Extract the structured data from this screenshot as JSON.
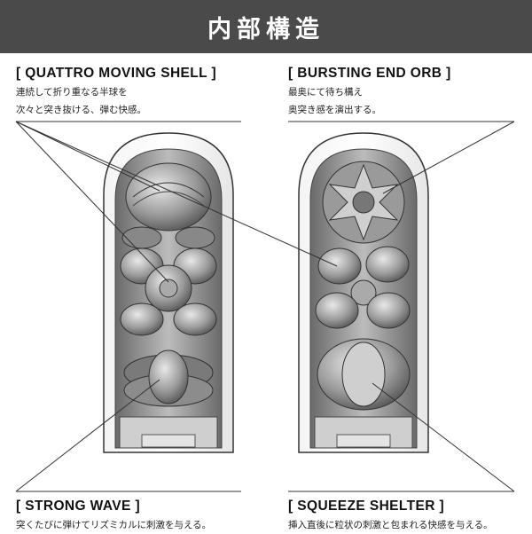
{
  "header": {
    "title": "内部構造"
  },
  "callouts": {
    "quattro": {
      "title": "[ QUATTRO MOVING SHELL ]",
      "desc": [
        "連続して折り重なる半球を",
        "次々と突き抜ける、弾む快感。"
      ]
    },
    "bursting": {
      "title": "[ BURSTING END ORB ]",
      "desc": [
        "最奥にて待ち構え",
        "奥突き感を演出する。"
      ]
    },
    "strong": {
      "title": "[ STRONG WAVE ]",
      "desc": [
        "突くたびに弾けてリズミカルに刺激を与える。"
      ]
    },
    "squeeze": {
      "title": "[ SQUEEZE SHELTER ]",
      "desc": [
        "挿入直後に粒状の刺激と包まれる快感を与える。"
      ]
    }
  },
  "colors": {
    "header_bg": "#4a4a4a",
    "header_text": "#ffffff",
    "line": "#333333"
  }
}
